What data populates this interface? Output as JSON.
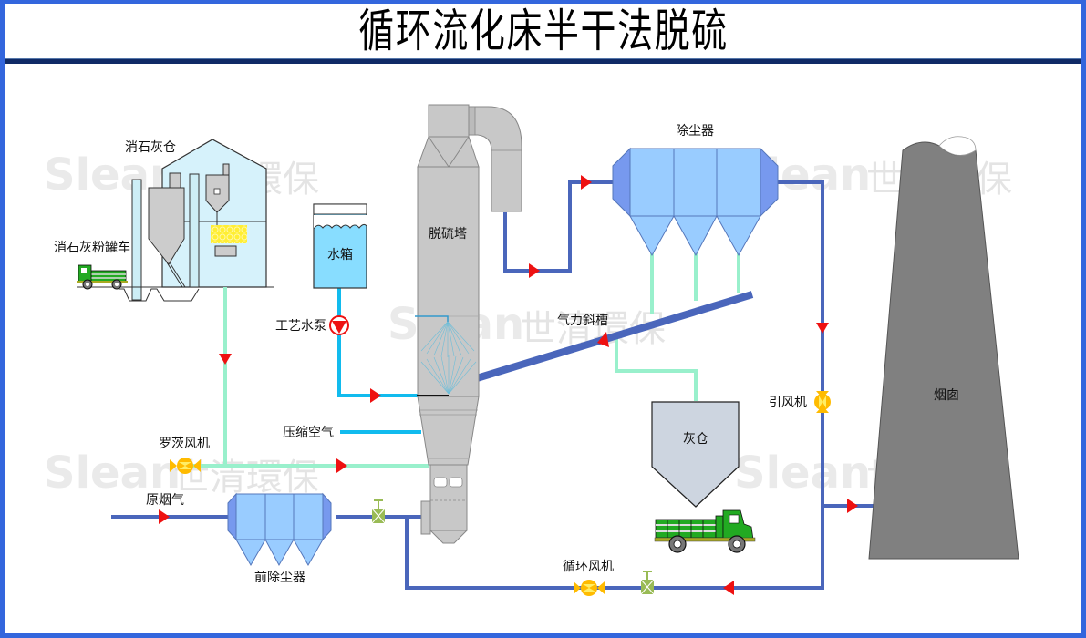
{
  "title": "循环流化床半干法脱硫",
  "watermark": {
    "brand": "Slean",
    "tm": "™",
    "cn": "世清環保"
  },
  "labels": {
    "lime_silo": "消石灰仓",
    "lime_truck": "消石灰粉罐车",
    "water_tank": "水箱",
    "process_pump": "工艺水泵",
    "tower": "脱硫塔",
    "compressed_air": "压缩空气",
    "roots_blower": "罗茨风机",
    "raw_flue_gas": "原烟气",
    "pre_collector": "前除尘器",
    "dust_collector": "除尘器",
    "air_slide": "气力斜槽",
    "ash_silo": "灰仓",
    "id_fan": "引风机",
    "chimney": "烟囱",
    "recirc_fan": "循环风机"
  },
  "colors": {
    "frame": "#3366dd",
    "flue_pipe": "#4a66bb",
    "water_pipe": "#11bbee",
    "ash_pipe": "#99f0cc",
    "arrow": "#ee1111",
    "equipment_grey": "#c8c8c8",
    "collector_blue": "#99ccff",
    "collector_end": "#7799ee",
    "chimney": "#808080",
    "fan": "#ffbb00",
    "valve": "#99bb55",
    "truck": "#22aa22"
  }
}
